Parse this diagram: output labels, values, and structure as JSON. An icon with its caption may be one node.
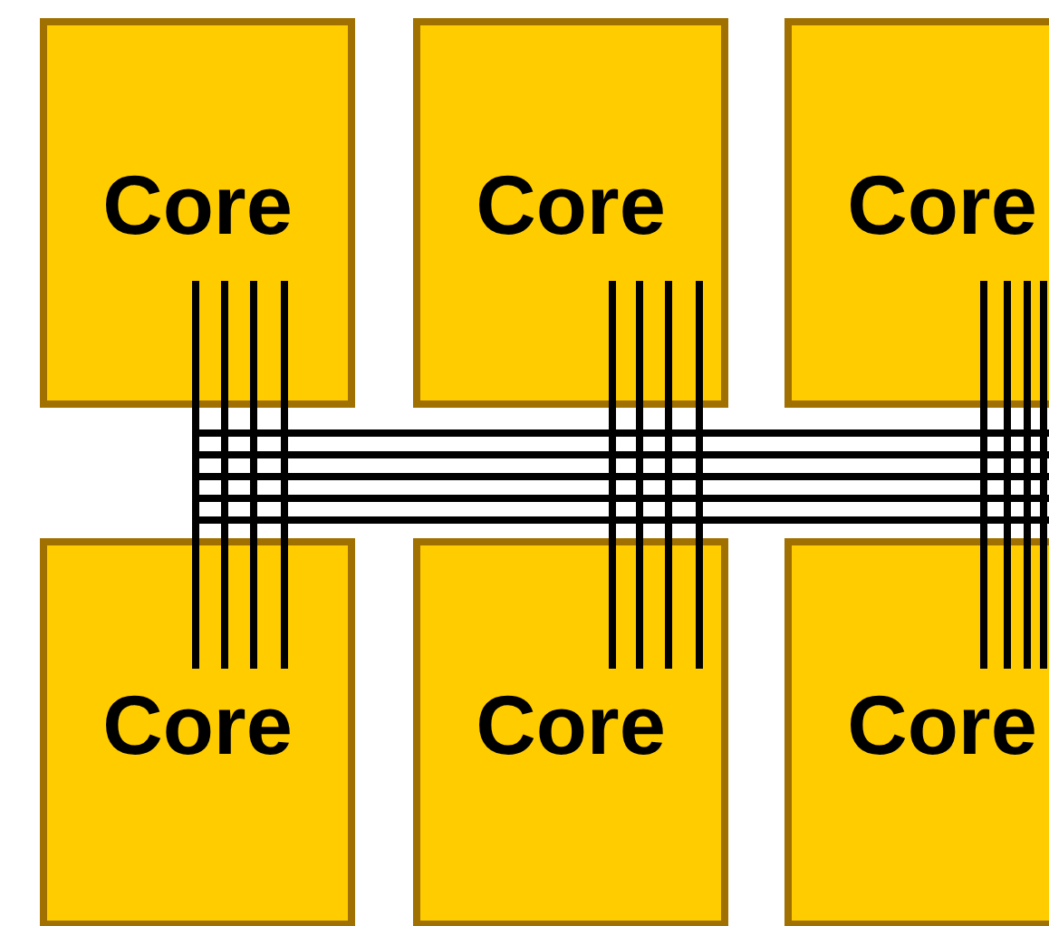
{
  "diagram": {
    "nodes": [
      {
        "text": [
          "Core"
        ]
      },
      {
        "text": [
          "Core"
        ]
      },
      {
        "text": [
          "Core"
        ]
      },
      {
        "text": [
          "Core"
        ]
      },
      {
        "text": [
          "Core"
        ]
      },
      {
        "text": [
          "Core"
        ]
      }
    ],
    "edges": [
      {
        "from": 0,
        "to": 3,
        "arrow": "none"
      },
      {
        "from": 0,
        "to": 3,
        "arrow": "none"
      },
      {
        "from": 0,
        "to": 3,
        "arrow": "none"
      },
      {
        "from": 0,
        "to": 3,
        "arrow": "none"
      },
      {
        "from": 1,
        "to": 4,
        "arrow": "none"
      },
      {
        "from": 1,
        "to": 4,
        "arrow": "none"
      },
      {
        "from": 1,
        "to": 4,
        "arrow": "none"
      },
      {
        "from": 1,
        "to": 4,
        "arrow": "none"
      },
      {
        "from": 2,
        "to": 5,
        "arrow": "none"
      },
      {
        "from": 2,
        "to": 5,
        "arrow": "none"
      },
      {
        "from": 2,
        "to": 5,
        "arrow": "none"
      },
      {
        "from": 2,
        "to": 5,
        "arrow": "none"
      }
    ]
  }
}
